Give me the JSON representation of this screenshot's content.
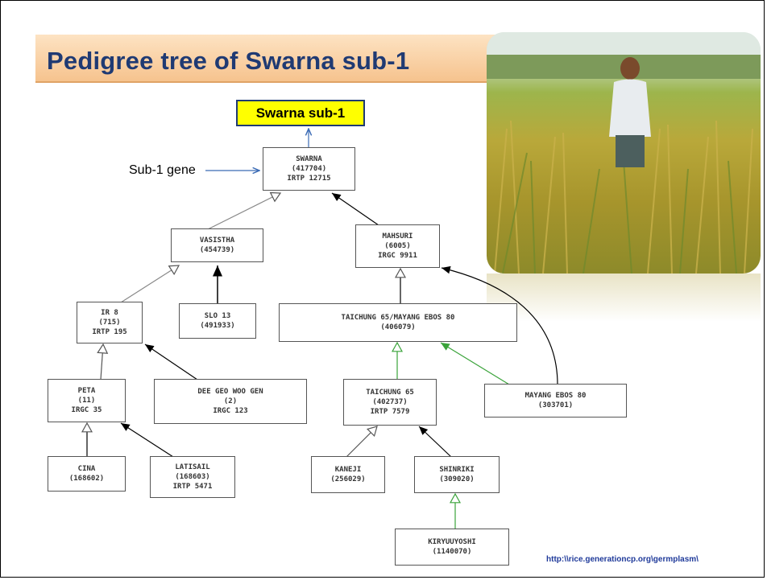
{
  "title": "Pedigree tree of Swarna sub-1",
  "highlight_label": "Swarna sub-1",
  "gene_label": "Sub-1 gene",
  "source_url": "http:\\\\rice.generationcp.org\\germplasm\\",
  "photo": {
    "description_icon": "rice-field-photo"
  },
  "nodes": {
    "swarna": [
      "SWARNA",
      "(417704)",
      "IRTP 12715"
    ],
    "vasistha": [
      "VASISTHA",
      "(454739)"
    ],
    "mahsuri": [
      "MAHSURI",
      "(6005)",
      "IRGC 9911"
    ],
    "ir8": [
      "IR 8",
      "(715)",
      "IRTP 195"
    ],
    "slo13": [
      "SLO 13",
      "(491933)"
    ],
    "taichung_hybrid": [
      "TAICHUNG 65/MAYANG EBOS 80",
      "(406079)"
    ],
    "peta": [
      "PETA",
      "(11)",
      "IRGC 35"
    ],
    "deegeo": [
      "DEE GEO WOO GEN",
      "(2)",
      "IRGC 123"
    ],
    "taichung65": [
      "TAICHUNG 65",
      "(402737)",
      "IRTP 7579"
    ],
    "mayang": [
      "MAYANG EBOS 80",
      "(303701)"
    ],
    "cina": [
      "CINA",
      "(168602)"
    ],
    "latisail": [
      "LATISAIL",
      "(168603)",
      "IRTP 5471"
    ],
    "kaneji": [
      "KANEJI",
      "(256029)"
    ],
    "shinriki": [
      "SHINRIKI",
      "(309020)"
    ],
    "kiryuyoshi": [
      "KIRYUUYOSHI",
      "(1140070)"
    ]
  }
}
